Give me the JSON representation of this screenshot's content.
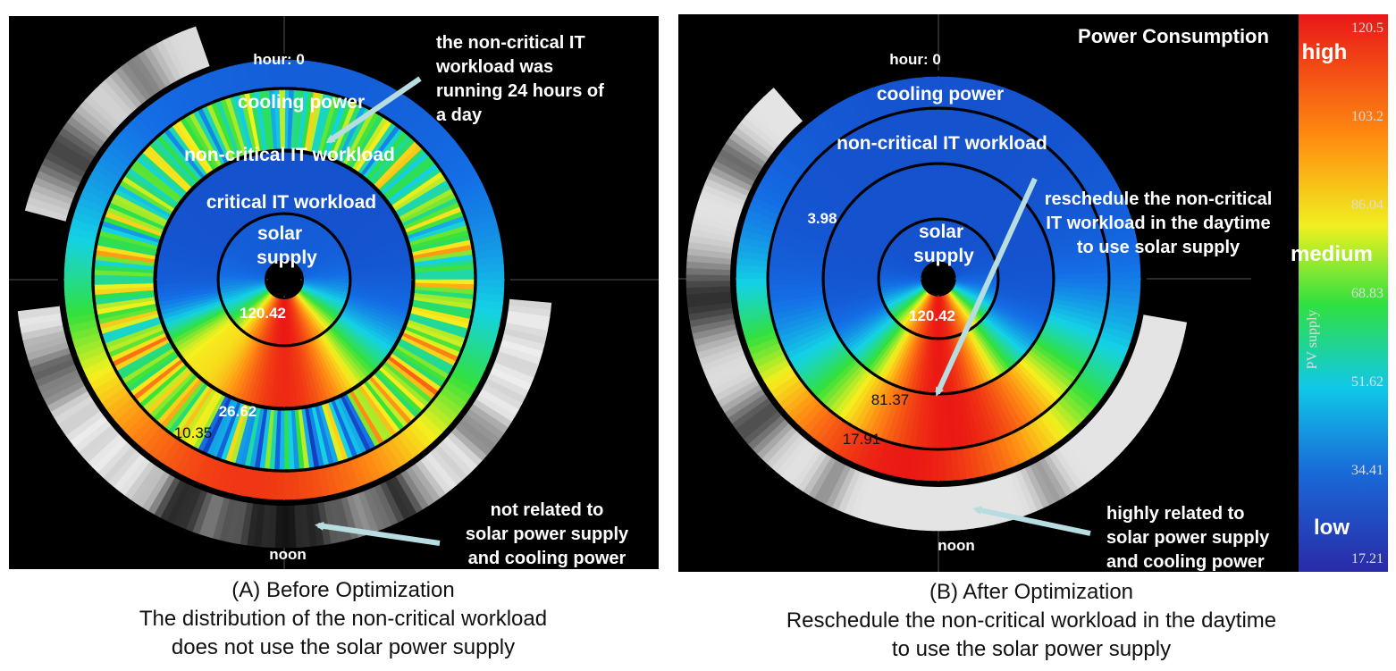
{
  "colors": {
    "background": "#000000",
    "label": "#ffffff",
    "arrow": "#b8dde0",
    "cooling_blue": "#1430d8"
  },
  "chart_data": [
    {
      "type": "radial-heatmap",
      "panel": "A",
      "hour_top_label": "hour: 0",
      "hour_bottom_label": "noon",
      "rings": [
        "cooling power",
        "non-critical IT workload",
        "critical IT workload",
        "solar supply"
      ],
      "value_labels": [
        "120.42",
        "26.62",
        "10.35"
      ],
      "annotations": [
        {
          "text": [
            "the non-critical IT",
            "workload  was",
            "running  24 hours of",
            "a day"
          ]
        },
        {
          "text": [
            "not related to",
            "solar power supply",
            "and cooling power"
          ]
        }
      ],
      "caption": [
        "(A) Before Optimization",
        "The distribution of the non-critical workload",
        "does not use the solar power supply"
      ]
    },
    {
      "type": "radial-heatmap",
      "panel": "B",
      "hour_top_label": "hour: 0",
      "hour_bottom_label": "noon",
      "rings": [
        "cooling power",
        "non-critical IT workload",
        "solar supply"
      ],
      "value_labels": [
        "3.98",
        "120.42",
        "81.37",
        "17.91"
      ],
      "annotations": [
        {
          "text": [
            "reschedule  the  non-critical",
            "IT workload in the daytime",
            "to use solar supply"
          ]
        },
        {
          "text": [
            "highly related to",
            "solar power supply",
            "and cooling power"
          ]
        }
      ],
      "caption": [
        "(B) After Optimization",
        "Reschedule the non-critical workload  in the daytime",
        "to use the solar power supply"
      ]
    }
  ],
  "colorbar": {
    "title": "Power Consumption",
    "axis_label": "PV supply",
    "ticks": [
      "120.5",
      "103.2",
      "86.04",
      "68.83",
      "51.62",
      "34.41",
      "17.21"
    ],
    "levels": [
      "high",
      "medium",
      "low"
    ]
  }
}
